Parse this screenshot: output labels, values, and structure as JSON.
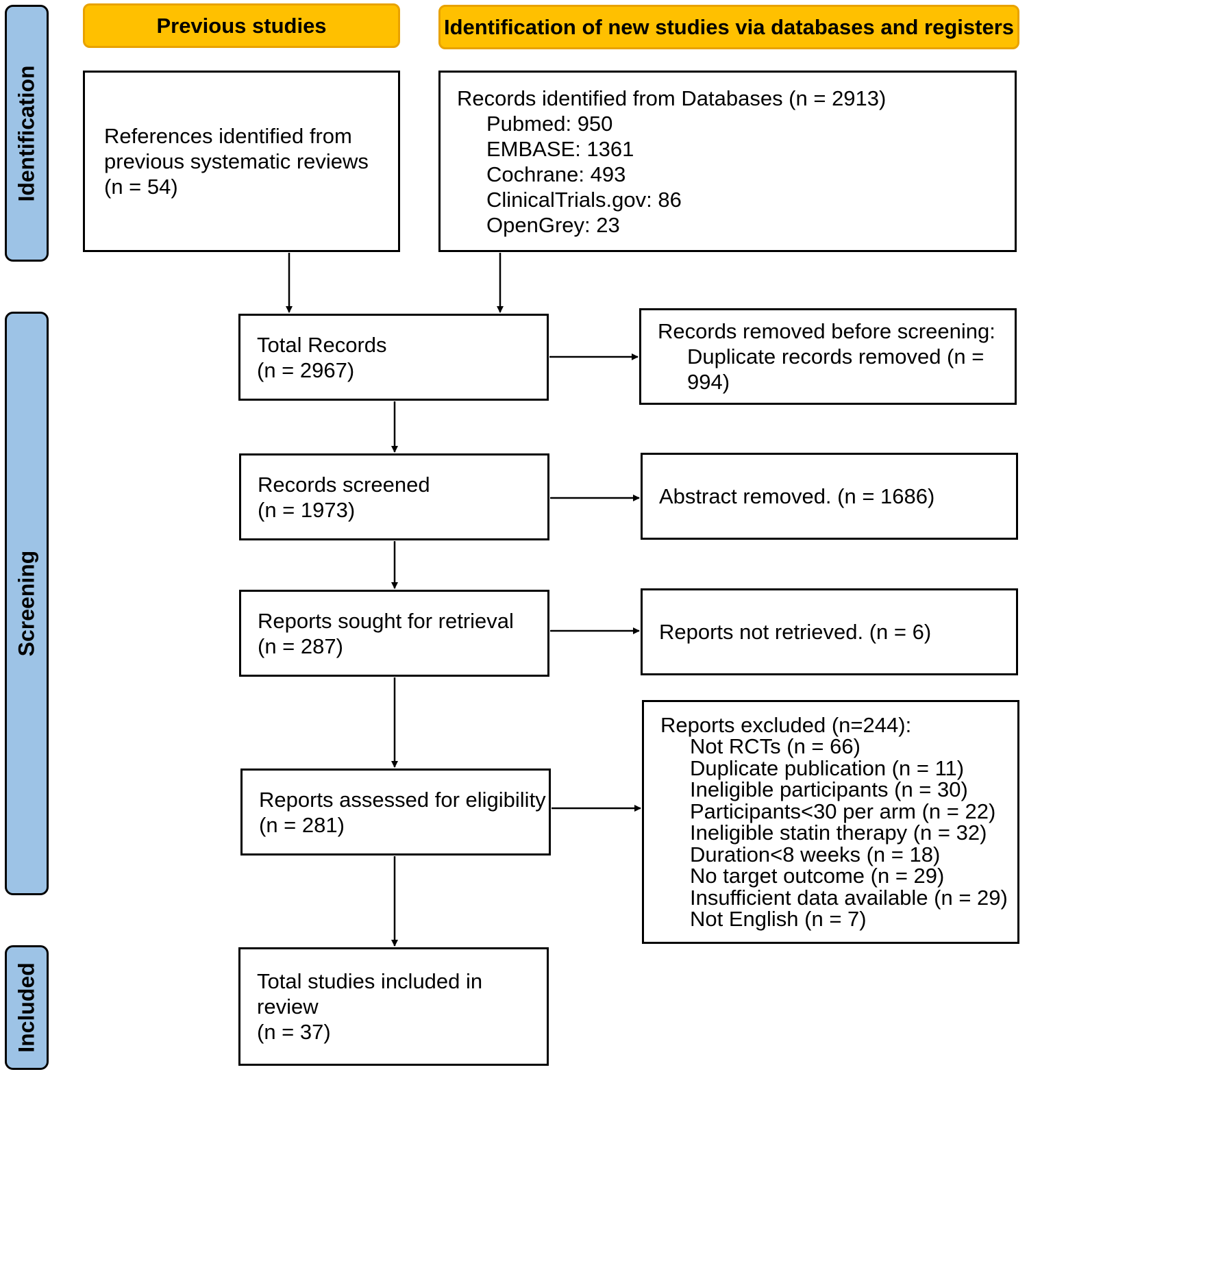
{
  "phases": {
    "identification": "Identification",
    "screening": "Screening",
    "included": "Included"
  },
  "banners": {
    "previous": "Previous studies",
    "new": "Identification of new studies via databases and registers"
  },
  "boxes": {
    "previous_refs": {
      "lines": [
        "References identified from",
        "previous systematic reviews",
        "(n = 54)"
      ]
    },
    "databases": {
      "title": "Records identified from Databases (n = 2913)",
      "items": [
        "Pubmed: 950",
        "EMBASE: 1361",
        "Cochrane: 493",
        "ClinicalTrials.gov: 86",
        "OpenGrey: 23"
      ]
    },
    "total_records": {
      "lines": [
        "Total Records",
        "(n = 2967)"
      ]
    },
    "removed_before": {
      "title": "Records removed before screening:",
      "item": "Duplicate records removed (n = 994)"
    },
    "screened": {
      "lines": [
        "Records screened",
        "(n = 1973)"
      ]
    },
    "abstract_removed": {
      "text": "Abstract removed.  (n = 1686)"
    },
    "sought": {
      "lines": [
        "Reports sought for retrieval",
        "(n = 287)"
      ]
    },
    "not_retrieved": {
      "text": "Reports not retrieved.  (n = 6)"
    },
    "assessed": {
      "lines": [
        "Reports assessed for eligibility",
        "(n = 281)"
      ]
    },
    "excluded": {
      "title": "Reports excluded (n=244):",
      "items": [
        "Not RCTs (n = 66)",
        "Duplicate publication (n = 11)",
        "Ineligible participants (n = 30)",
        "Participants<30 per arm (n = 22)",
        "Ineligible statin therapy (n = 32)",
        "Duration<8 weeks (n = 18)",
        "No target outcome (n = 29)",
        "Insufficient data available (n = 29)",
        "Not English (n = 7)"
      ]
    },
    "included": {
      "lines": [
        "Total studies included in review",
        "(n = 37)"
      ]
    }
  },
  "colors": {
    "phase_fill": "#9dc3e6",
    "banner_fill": "#ffc000",
    "border": "#000000"
  }
}
